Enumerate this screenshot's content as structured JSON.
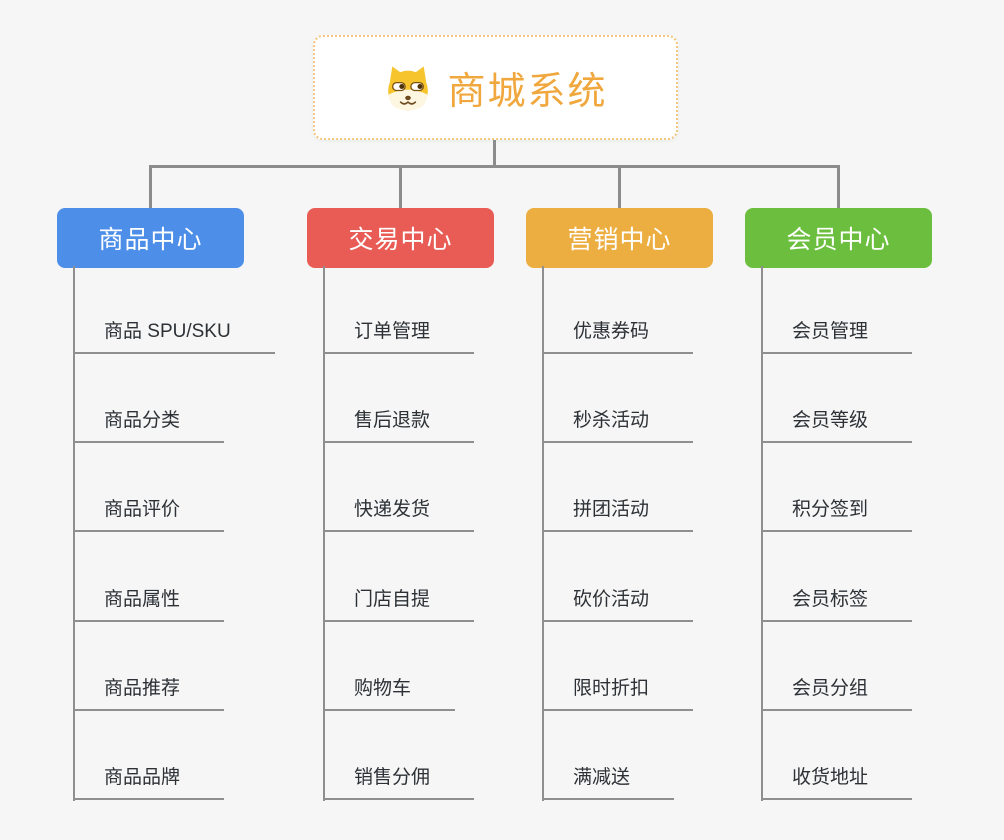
{
  "diagram": {
    "title": "商城系统",
    "root": {
      "label": "商城系统",
      "icon": "doge-icon"
    },
    "branches": [
      {
        "label": "商品中心",
        "color": "#4d8fe8",
        "children": [
          "商品 SPU/SKU",
          "商品分类",
          "商品评价",
          "商品属性",
          "商品推荐",
          "商品品牌"
        ]
      },
      {
        "label": "交易中心",
        "color": "#e85c55",
        "children": [
          "订单管理",
          "售后退款",
          "快递发货",
          "门店自提",
          "购物车",
          "销售分佣"
        ]
      },
      {
        "label": "营销中心",
        "color": "#ecae41",
        "children": [
          "优惠券码",
          "秒杀活动",
          "拼团活动",
          "砍价活动",
          "限时折扣",
          "满减送"
        ]
      },
      {
        "label": "会员中心",
        "color": "#6cbf3e",
        "children": [
          "会员管理",
          "会员等级",
          "积分签到",
          "会员标签",
          "会员分组",
          "收货地址"
        ]
      }
    ]
  },
  "colors": {
    "background": "#f5f6f5",
    "connector": "#8c8c8c",
    "root_text": "#f0a83e",
    "root_border": "#f3c67f",
    "branch_text": "#ffffff",
    "leaf_text": "#2d3136"
  }
}
